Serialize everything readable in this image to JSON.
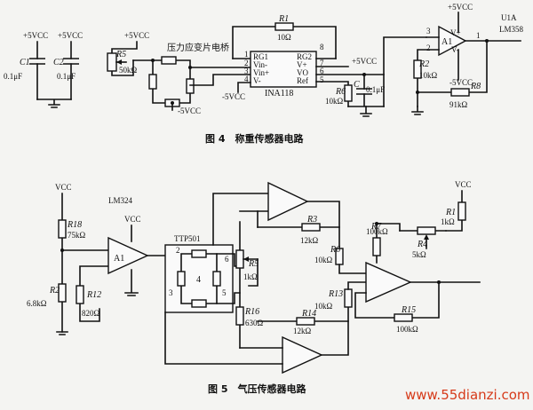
{
  "figure4": {
    "caption": "图 4　称重传感器电路",
    "supply_labels": {
      "c1_top": "+5VCC",
      "c2_top": "+5VCC",
      "r5_top": "+5VCC",
      "bridge_bottom": "-5VCC",
      "ina_bottom": "-5VCC",
      "r6_right": "+5VCC",
      "a1_top": "+5VCC",
      "a1_bottom": "-5VCC"
    },
    "components": {
      "c1": {
        "ref": "C1",
        "value": "0.1μF"
      },
      "c2": {
        "ref": "C2",
        "value": "0.1μF"
      },
      "r5": {
        "ref": "R5",
        "value": "50kΩ"
      },
      "bridge_label": "压力应变片电桥",
      "r1": {
        "ref": "R1",
        "value": "10Ω"
      },
      "ina": {
        "name": "INA118",
        "pins": [
          "RG1",
          "Vin-",
          "Vin+",
          "V-",
          "RG2",
          "V+",
          "VO",
          "Ref"
        ],
        "pin_numbers": [
          "1",
          "2",
          "3",
          "4",
          "8",
          "7",
          "6",
          "5"
        ]
      },
      "r6": {
        "ref": "R6",
        "value": "10kΩ"
      },
      "c": {
        "ref": "C",
        "value": "0.1μF"
      },
      "r2": {
        "ref": "R2",
        "value": "10kΩ"
      },
      "r8": {
        "ref": "R8",
        "value": "91kΩ"
      },
      "opamp": {
        "name": "A1",
        "unit": "U1A",
        "part": "LM358",
        "pins": [
          "3",
          "2",
          "1"
        ],
        "vplus": "V+",
        "vminus": "V-",
        "vcc": "+5VCC",
        "vee": "-5VCC"
      }
    }
  },
  "figure5": {
    "caption": "图 5　气压传感器电路",
    "components": {
      "vcc_left": "VCC",
      "vcc_amp": "VCC",
      "vcc_right": "VCC",
      "lm324": "LM324",
      "r18": {
        "ref": "R18",
        "value": "75kΩ"
      },
      "r2": {
        "ref": "R2",
        "value": "6.8kΩ"
      },
      "r12": {
        "ref": "R12",
        "value": "820Ω"
      },
      "a1": "A1",
      "ttp": {
        "name": "TTP501",
        "pins": [
          "2",
          "6",
          "3",
          "5"
        ],
        "center": "4"
      },
      "r5": {
        "ref": "R5",
        "value": "1kΩ"
      },
      "r16": {
        "ref": "R16",
        "value": "630Ω"
      },
      "r3": {
        "ref": "R3",
        "value": "12kΩ"
      },
      "r6": {
        "ref": "R6",
        "value": "10kΩ"
      },
      "r14": {
        "ref": "R14",
        "value": "12kΩ"
      },
      "r13": {
        "ref": "R13",
        "value": "10kΩ"
      },
      "r7": {
        "ref": "R7",
        "value": "100kΩ"
      },
      "r4": {
        "ref": "R4",
        "value": "5kΩ"
      },
      "r1": {
        "ref": "R1",
        "value": "1kΩ"
      },
      "r15": {
        "ref": "R15",
        "value": "100kΩ"
      }
    }
  },
  "watermark": "www.55dianzi.com",
  "colors": {
    "ink": "#111111",
    "paper": "#f4f4f2",
    "watermark": "#d63a1a"
  }
}
